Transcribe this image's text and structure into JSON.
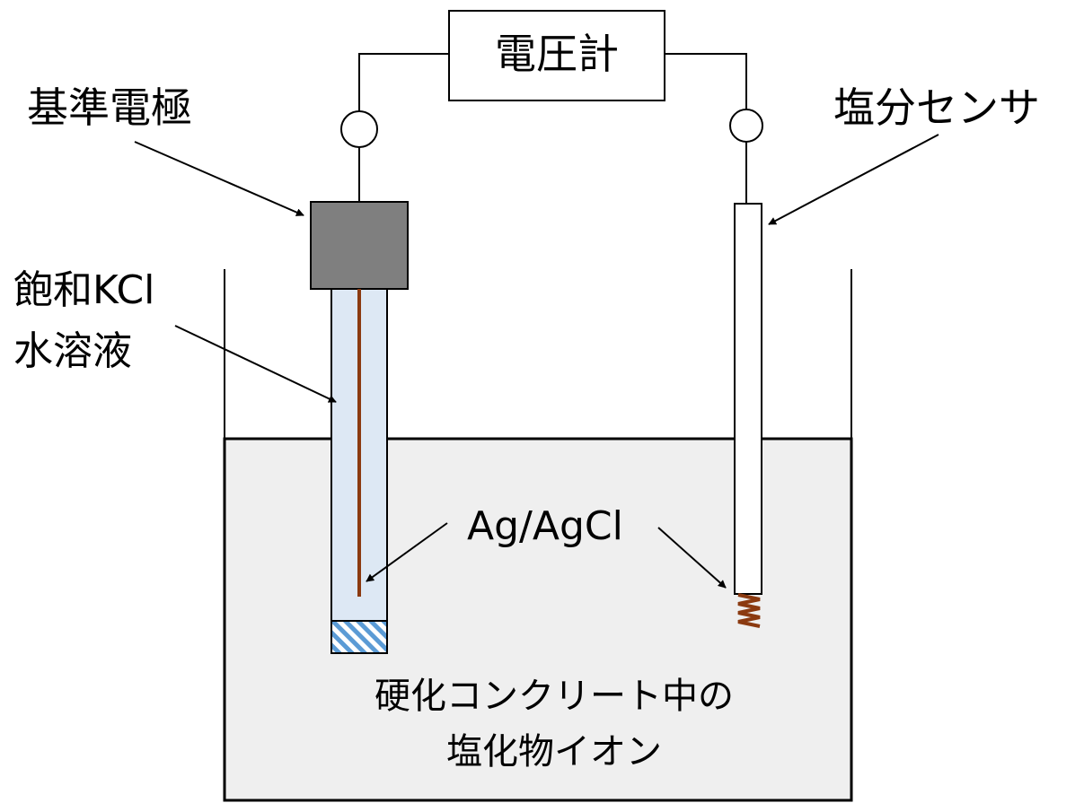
{
  "labels": {
    "voltmeter": "電圧計",
    "reference_electrode": "基準電極",
    "chloride_sensor": "塩分センサ",
    "kcl_line1": "飽和KCl",
    "kcl_line2": "水溶液",
    "ag_agcl": "Ag/AgCl",
    "sample_line1": "硬化コンクリート中の",
    "sample_line2": "塩化物イオン"
  },
  "colors": {
    "outline": "#000000",
    "electrode_cap": "#7f7f7f",
    "kcl_solution": "#dde8f4",
    "sample_fill": "#efefef",
    "wire": "#8b3a10",
    "junction_hatch": "#5b9bd5"
  }
}
